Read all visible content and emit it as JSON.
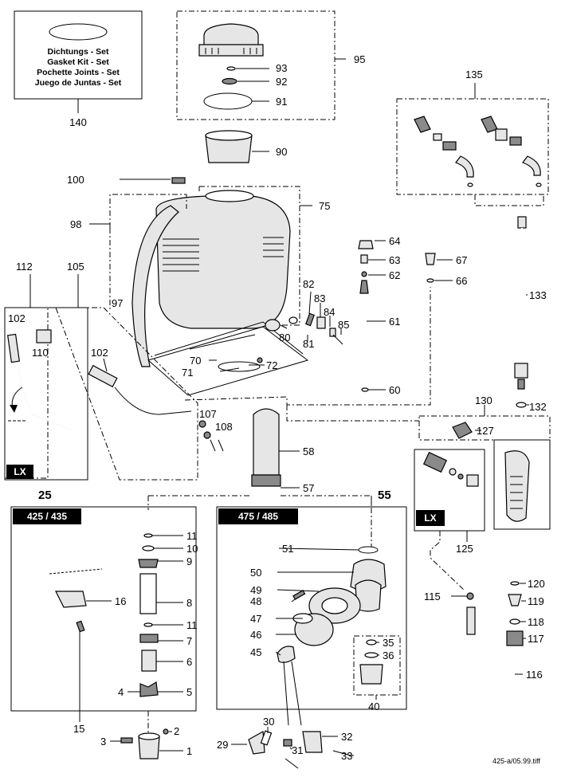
{
  "kit_box": {
    "lines": [
      "Dichtungs - Set",
      "Gasket Kit - Set",
      "Pochette Joints - Set",
      "Juego de Juntas - Set"
    ],
    "number": "140"
  },
  "variant_tags": {
    "lx": "LX",
    "model_425": "425 / 435",
    "model_475": "475 / 485"
  },
  "section_numbers": {
    "s25": "25",
    "s55": "55"
  },
  "callouts": [
    "1",
    "2",
    "3",
    "4",
    "5",
    "6",
    "7",
    "8",
    "9",
    "10",
    "11",
    "15",
    "16",
    "29",
    "30",
    "31",
    "32",
    "33",
    "35",
    "36",
    "40",
    "45",
    "46",
    "47",
    "48",
    "49",
    "50",
    "51",
    "57",
    "58",
    "60",
    "61",
    "62",
    "63",
    "64",
    "66",
    "67",
    "70",
    "71",
    "72",
    "75",
    "80",
    "81",
    "82",
    "83",
    "84",
    "85",
    "90",
    "91",
    "92",
    "93",
    "95",
    "97",
    "98",
    "100",
    "102",
    "105",
    "107",
    "108",
    "110",
    "112",
    "115",
    "116",
    "117",
    "118",
    "119",
    "120",
    "125",
    "127",
    "130",
    "132",
    "133",
    "135"
  ],
  "footer_code": "425-a/05.99.tiff"
}
